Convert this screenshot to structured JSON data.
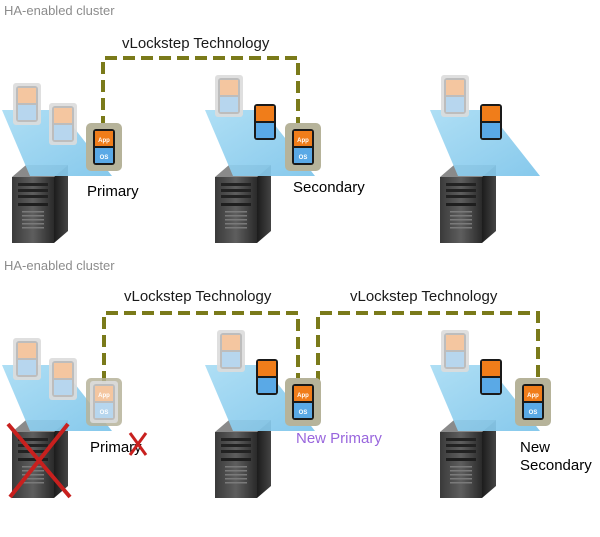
{
  "top": {
    "section_label": "HA-enabled cluster",
    "tech_label": "vLockstep Technology",
    "primary_label": "Primary",
    "secondary_label": "Secondary"
  },
  "bottom": {
    "section_label": "HA-enabled cluster",
    "tech_label_1": "vLockstep Technology",
    "tech_label_2": "vLockstep Technology",
    "failed_primary_label": "Primary",
    "new_primary_label": "New Primary",
    "new_secondary_label_line1": "New",
    "new_secondary_label_line2": "Secondary"
  },
  "vm": {
    "app": "App",
    "os": "OS"
  },
  "colors": {
    "lockstep_line": "#7a7a1a",
    "platform": "#8fd0f0",
    "app_orange": "#f07d1a",
    "os_blue": "#5aa9e6",
    "ft_frame": "#b6b39a",
    "fail_x": "#c8201e",
    "new_primary_text": "#9966dd"
  }
}
